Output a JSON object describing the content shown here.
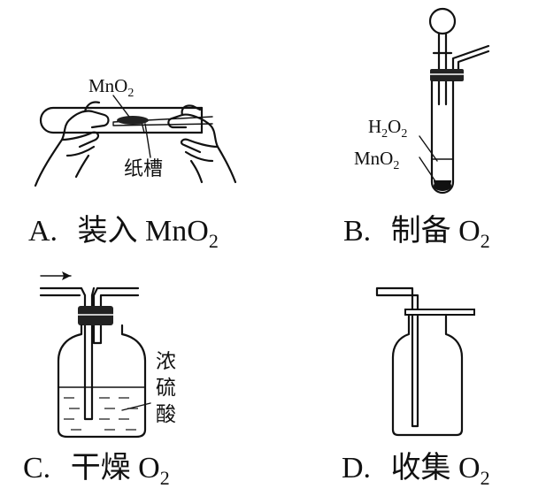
{
  "panel_a": {
    "caption_letter": "A.",
    "caption_text": "装入 MnO",
    "caption_sub": "2",
    "reagent_main": "MnO",
    "reagent_sub": "2",
    "trough_label": "纸槽"
  },
  "panel_b": {
    "caption_letter": "B.",
    "caption_text": "制备 O",
    "caption_sub": "2",
    "h2o2_h": "H",
    "h2o2_sub1": "2",
    "h2o2_o": "O",
    "h2o2_sub2": "2",
    "mno2_main": "MnO",
    "mno2_sub": "2"
  },
  "panel_c": {
    "caption_letter": "C.",
    "caption_text": "干燥 O",
    "caption_sub": "2",
    "acid_chars": [
      "浓",
      "硫",
      "酸"
    ]
  },
  "panel_d": {
    "caption_letter": "D.",
    "caption_text": "收集 O",
    "caption_sub": "2"
  }
}
